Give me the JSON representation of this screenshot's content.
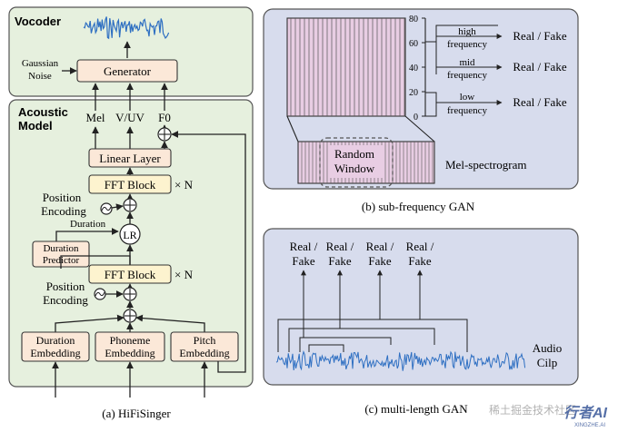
{
  "colors": {
    "vocoder_bg": "#e6f0de",
    "acoustic_bg": "#e6f0de",
    "panel_bg": "#d7dced",
    "block_fill": "#fbe8d8",
    "fft_fill": "#fdf3cf",
    "spec_fill": "#e8cde3",
    "audio_wave": "#2e6fc2",
    "line": "#222222"
  },
  "vocoder": {
    "title": "Vocoder",
    "generator": "Generator",
    "noise_line1": "Gaussian",
    "noise_line2": "Noise"
  },
  "acoustic": {
    "title_line1": "Acoustic",
    "title_line2": "Model",
    "outputs": {
      "mel": "Mel",
      "vuv": "V/UV",
      "f0": "F0"
    },
    "linear_layer": "Linear Layer",
    "fft_block": "FFT Block",
    "times_n": "× N",
    "position_line1": "Position",
    "position_line2": "Encoding",
    "duration": "Duration",
    "lr": "LR",
    "predictor_line1": "Duration",
    "predictor_line2": "Predictor",
    "emb_duration_line1": "Duration",
    "emb_duration_line2": "Embedding",
    "emb_phoneme_line1": "Phoneme",
    "emb_phoneme_line2": "Embedding",
    "emb_pitch_line1": "Pitch",
    "emb_pitch_line2": "Embedding",
    "caption": "(a) HiFiSinger"
  },
  "subfreq": {
    "axis_ticks": [
      "80",
      "60",
      "40",
      "20",
      "0"
    ],
    "bands": [
      {
        "line1": "high",
        "line2": "frequency"
      },
      {
        "line1": "mid",
        "line2": "frequency"
      },
      {
        "line1": "low",
        "line2": "frequency"
      }
    ],
    "real_fake": "Real / Fake",
    "window_line1": "Random",
    "window_line2": "Window",
    "mel_label": "Mel-spectrogram",
    "caption": "(b) sub-frequency GAN"
  },
  "multilength": {
    "real_line1": "Real /",
    "fake_line2": "Fake",
    "audio_line1": "Audio",
    "audio_line2": "Cilp",
    "caption": "(c) multi-length GAN"
  },
  "watermark": {
    "text_cn": "稀土掘金技术社区",
    "brand": "行者AI",
    "brand_sub": "XINGZHE.AI"
  }
}
